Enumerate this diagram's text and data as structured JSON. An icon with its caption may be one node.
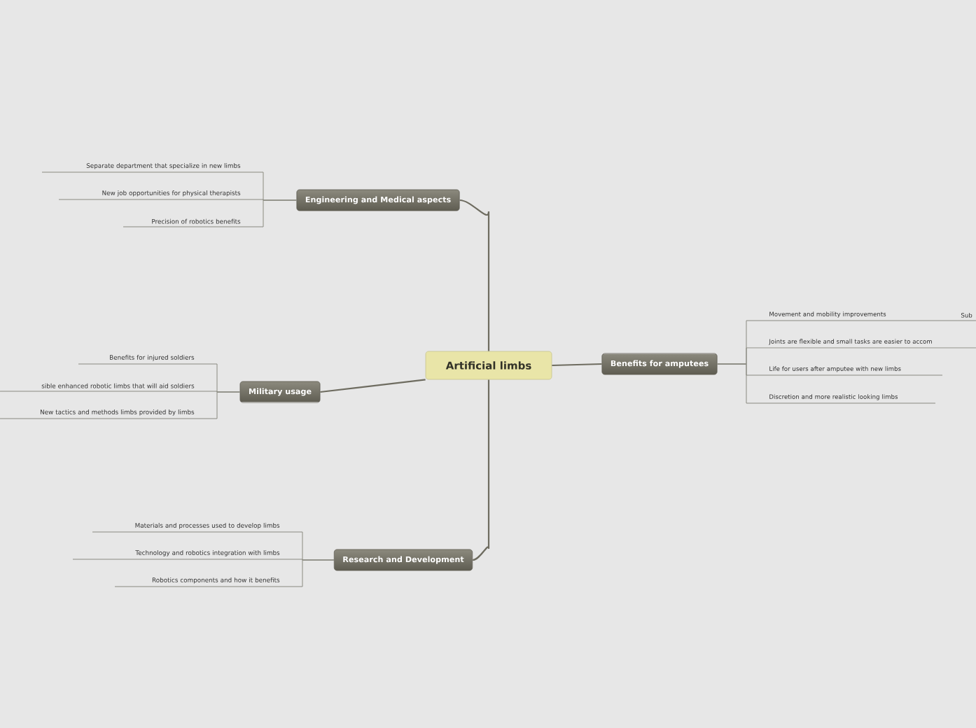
{
  "diagram": {
    "nodes": [
      {
        "text": [
          "Artificial limbs"
        ]
      },
      {
        "text": [
          "Engineering and Medical aspects"
        ]
      },
      {
        "text": [
          "Separate department that specialize in new limbs"
        ]
      },
      {
        "text": [
          "New job opportunities for physical therapists"
        ]
      },
      {
        "text": [
          "Precision of robotics benefits"
        ]
      },
      {
        "text": [
          "Military usage"
        ]
      },
      {
        "text": [
          "Benefits for injured soldiers"
        ]
      },
      {
        "text": [
          "sible enhanced robotic limbs that will aid soldiers"
        ]
      },
      {
        "text": [
          "New tactics and methods limbs provided by limbs"
        ]
      },
      {
        "text": [
          "Research and Development"
        ]
      },
      {
        "text": [
          "Materials and processes used to develop limbs"
        ]
      },
      {
        "text": [
          "Technology and robotics integration with limbs"
        ]
      },
      {
        "text": [
          "Robotics components and how it benefits"
        ]
      },
      {
        "text": [
          "Benefits for amputees"
        ]
      },
      {
        "text": [
          "Movement and mobility improvements"
        ]
      },
      {
        "text": [
          "Joints are flexible and small tasks are easier to accom"
        ]
      },
      {
        "text": [
          "Life for users after amputee with new limbs"
        ]
      },
      {
        "text": [
          "Discretion and more realistic looking limbs"
        ]
      },
      {
        "text": [
          "Sub"
        ]
      }
    ],
    "edges": [
      {
        "from": 0,
        "to": 1,
        "arrow": "none"
      },
      {
        "from": 1,
        "to": 2,
        "arrow": "none"
      },
      {
        "from": 1,
        "to": 3,
        "arrow": "none"
      },
      {
        "from": 1,
        "to": 4,
        "arrow": "none"
      },
      {
        "from": 0,
        "to": 5,
        "arrow": "none"
      },
      {
        "from": 5,
        "to": 6,
        "arrow": "none"
      },
      {
        "from": 5,
        "to": 7,
        "arrow": "none"
      },
      {
        "from": 5,
        "to": 8,
        "arrow": "none"
      },
      {
        "from": 0,
        "to": 9,
        "arrow": "none"
      },
      {
        "from": 9,
        "to": 10,
        "arrow": "none"
      },
      {
        "from": 9,
        "to": 11,
        "arrow": "none"
      },
      {
        "from": 9,
        "to": 12,
        "arrow": "none"
      },
      {
        "from": 0,
        "to": 13,
        "arrow": "none"
      },
      {
        "from": 13,
        "to": 14,
        "arrow": "none"
      },
      {
        "from": 13,
        "to": 15,
        "arrow": "none"
      },
      {
        "from": 13,
        "to": 16,
        "arrow": "none"
      },
      {
        "from": 13,
        "to": 17,
        "arrow": "none"
      },
      {
        "from": 14,
        "to": 18,
        "arrow": "none"
      }
    ]
  }
}
